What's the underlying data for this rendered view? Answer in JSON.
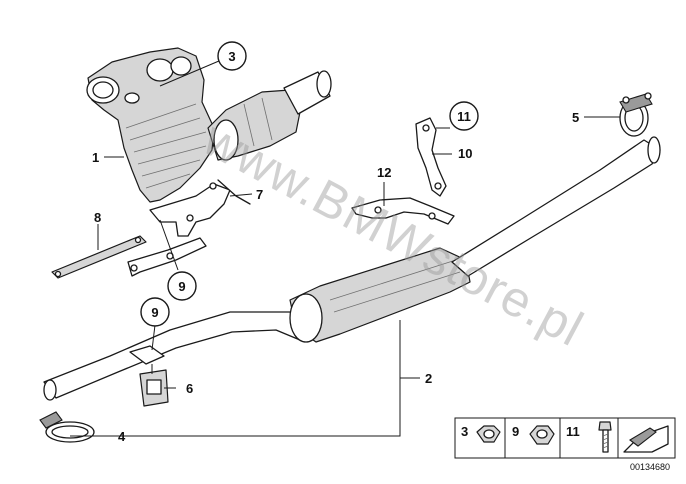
{
  "watermark": "www.BMWstore.pl",
  "callouts": {
    "c1": "1",
    "c2": "2",
    "c3": "3",
    "c4": "4",
    "c5": "5",
    "c6": "6",
    "c7": "7",
    "c8": "8",
    "c9a": "9",
    "c9b": "9",
    "c10": "10",
    "c11": "11",
    "c12": "12"
  },
  "legend": {
    "items": [
      "3",
      "9",
      "11"
    ]
  },
  "diagram_code": "00134680"
}
